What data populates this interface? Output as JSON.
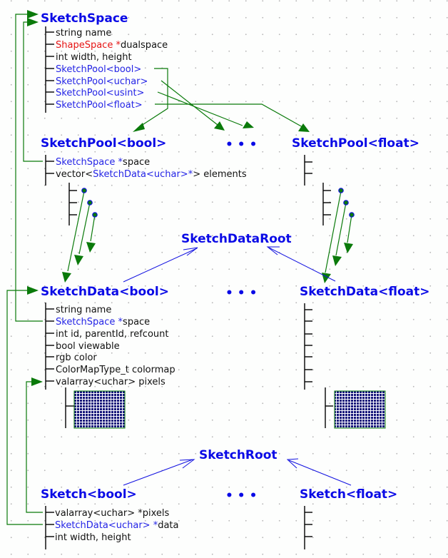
{
  "diagram": {
    "sketch_space": {
      "title": "SketchSpace",
      "fields": [
        {
          "type": "string",
          "rest": " name"
        },
        {
          "type_colored": "ShapeSpace *",
          "type_color": "red",
          "rest": "dualspace"
        },
        {
          "type": "int",
          "rest": " width, height"
        },
        {
          "type_colored": "SketchPool<bool>",
          "type_color": "blue",
          "rest": ""
        },
        {
          "type_colored": "SketchPool<uchar>",
          "type_color": "blue",
          "rest": ""
        },
        {
          "type_colored": "SketchPool<usint>",
          "type_color": "blue",
          "rest": ""
        },
        {
          "type_colored": "SketchPool<float>",
          "type_color": "blue",
          "rest": ""
        }
      ]
    },
    "sketch_pool_bool": {
      "title": "SketchPool<bool>",
      "field1_colored": "SketchSpace *",
      "field1_rest": "space",
      "field2_prefix": "vector<",
      "field2_colored": "SketchData<uchar>*",
      "field2_suffix": "> elements"
    },
    "sketch_pool_float": {
      "title": "SketchPool<float>"
    },
    "ellipsis": "• • •",
    "sketch_data_root": {
      "title": "SketchDataRoot"
    },
    "sketch_data_bool": {
      "title": "SketchData<bool>",
      "f1": "string name",
      "f2_colored": "SketchSpace *",
      "f2_rest": "space",
      "f3": "int id, parentId, refcount",
      "f4": "bool viewable",
      "f5": "rgb color",
      "f6": "ColorMapType_t colormap",
      "f7": "valarray<uchar> pixels"
    },
    "sketch_data_float": {
      "title": "SketchData<float>"
    },
    "sketch_root": {
      "title": "SketchRoot"
    },
    "sketch_bool": {
      "title": "Sketch<bool>",
      "f1": "valarray<uchar> *pixels",
      "f2_colored": "SketchData<uchar> *",
      "f2_rest": "data",
      "f3": "int width, height"
    },
    "sketch_float": {
      "title": "Sketch<float>"
    },
    "colors": {
      "title_blue": "#0a0ae6",
      "link_green": "#0a7a0a",
      "type_red": "#e61414",
      "pixel_navy": "#14147a"
    }
  }
}
